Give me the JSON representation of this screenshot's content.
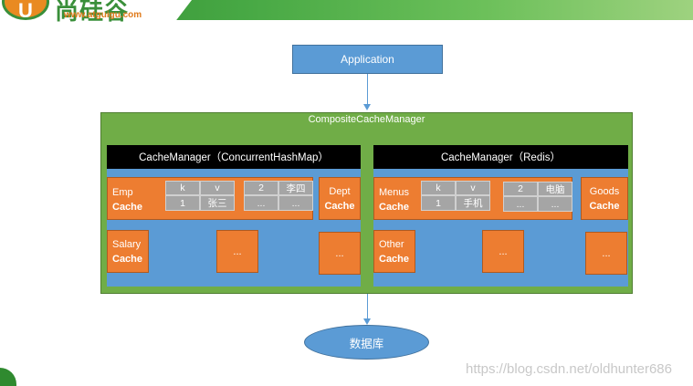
{
  "header": {
    "logo_letter": "U",
    "logo_chinese": "尚硅谷",
    "logo_url": "www.atguigu.com"
  },
  "diagram": {
    "application": "Application",
    "composite_manager": "CompositeCacheManager",
    "left_manager": {
      "title": "CacheManager（ConcurrentHashMap）",
      "caches": {
        "emp": {
          "name": "Emp",
          "suffix": "Cache"
        },
        "dept": {
          "name": "Dept",
          "suffix": "Cache"
        },
        "salary": {
          "name": "Salary",
          "suffix": "Cache"
        }
      },
      "kv_table_a": [
        [
          "k",
          "v"
        ],
        [
          "1",
          "张三"
        ]
      ],
      "kv_table_b": [
        [
          "2",
          "李四"
        ],
        [
          "...",
          "..."
        ]
      ],
      "placeholder_1": "...",
      "placeholder_2": "..."
    },
    "right_manager": {
      "title": "CacheManager（Redis）",
      "caches": {
        "menus": {
          "name": "Menus",
          "suffix": "Cache"
        },
        "goods": {
          "name": "Goods",
          "suffix": "Cache"
        },
        "other": {
          "name": "Other",
          "suffix": "Cache"
        }
      },
      "kv_table_a": [
        [
          "k",
          "v"
        ],
        [
          "1",
          "手机"
        ]
      ],
      "kv_table_b": [
        [
          "2",
          "电脑"
        ],
        [
          "...",
          "..."
        ]
      ],
      "placeholder_1": "...",
      "placeholder_2": "..."
    },
    "database": "数据库"
  },
  "watermark": "https://blog.csdn.net/oldhunter686",
  "colors": {
    "blue": "#5b9bd5",
    "green": "#70ad47",
    "orange": "#ed7d31",
    "gray_cell": "#a5a5a5",
    "header_black": "#000000"
  }
}
